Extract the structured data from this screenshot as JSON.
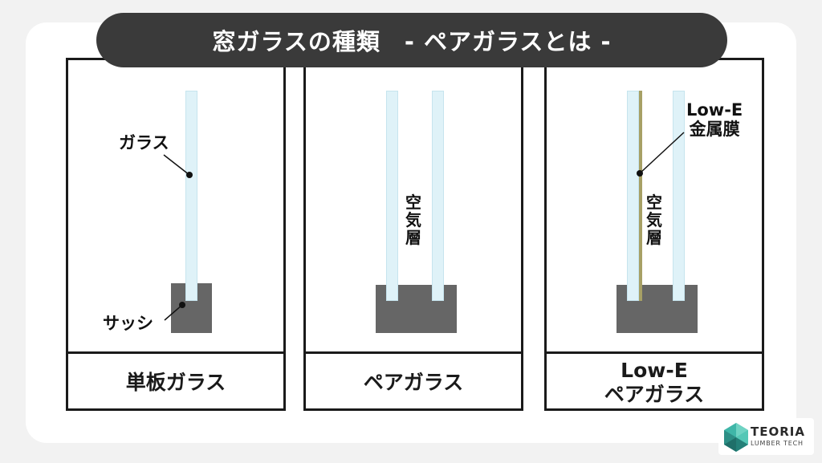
{
  "title": "窓ガラスの種類　- ペアガラスとは -",
  "panels": [
    {
      "label_lines": [
        "単板ガラス"
      ],
      "callouts": {
        "glass": "ガラス",
        "sash": "サッシ"
      }
    },
    {
      "label_lines": [
        "ペアガラス"
      ],
      "air_layer": [
        "空",
        "気",
        "層"
      ]
    },
    {
      "label_lines": [
        "Low-E",
        "ペアガラス"
      ],
      "air_layer": [
        "空",
        "気",
        "層"
      ],
      "film_callout": [
        "Low-E",
        "金属膜"
      ]
    }
  ],
  "logo": {
    "name": "TEORIA",
    "subtitle": "LUMBER TECH"
  },
  "colors": {
    "glass": "#dff2f8",
    "sash": "#666666",
    "film": "#a7a065",
    "title_bg": "#3a3a3a",
    "logo_teal": "#3fb6a8"
  }
}
